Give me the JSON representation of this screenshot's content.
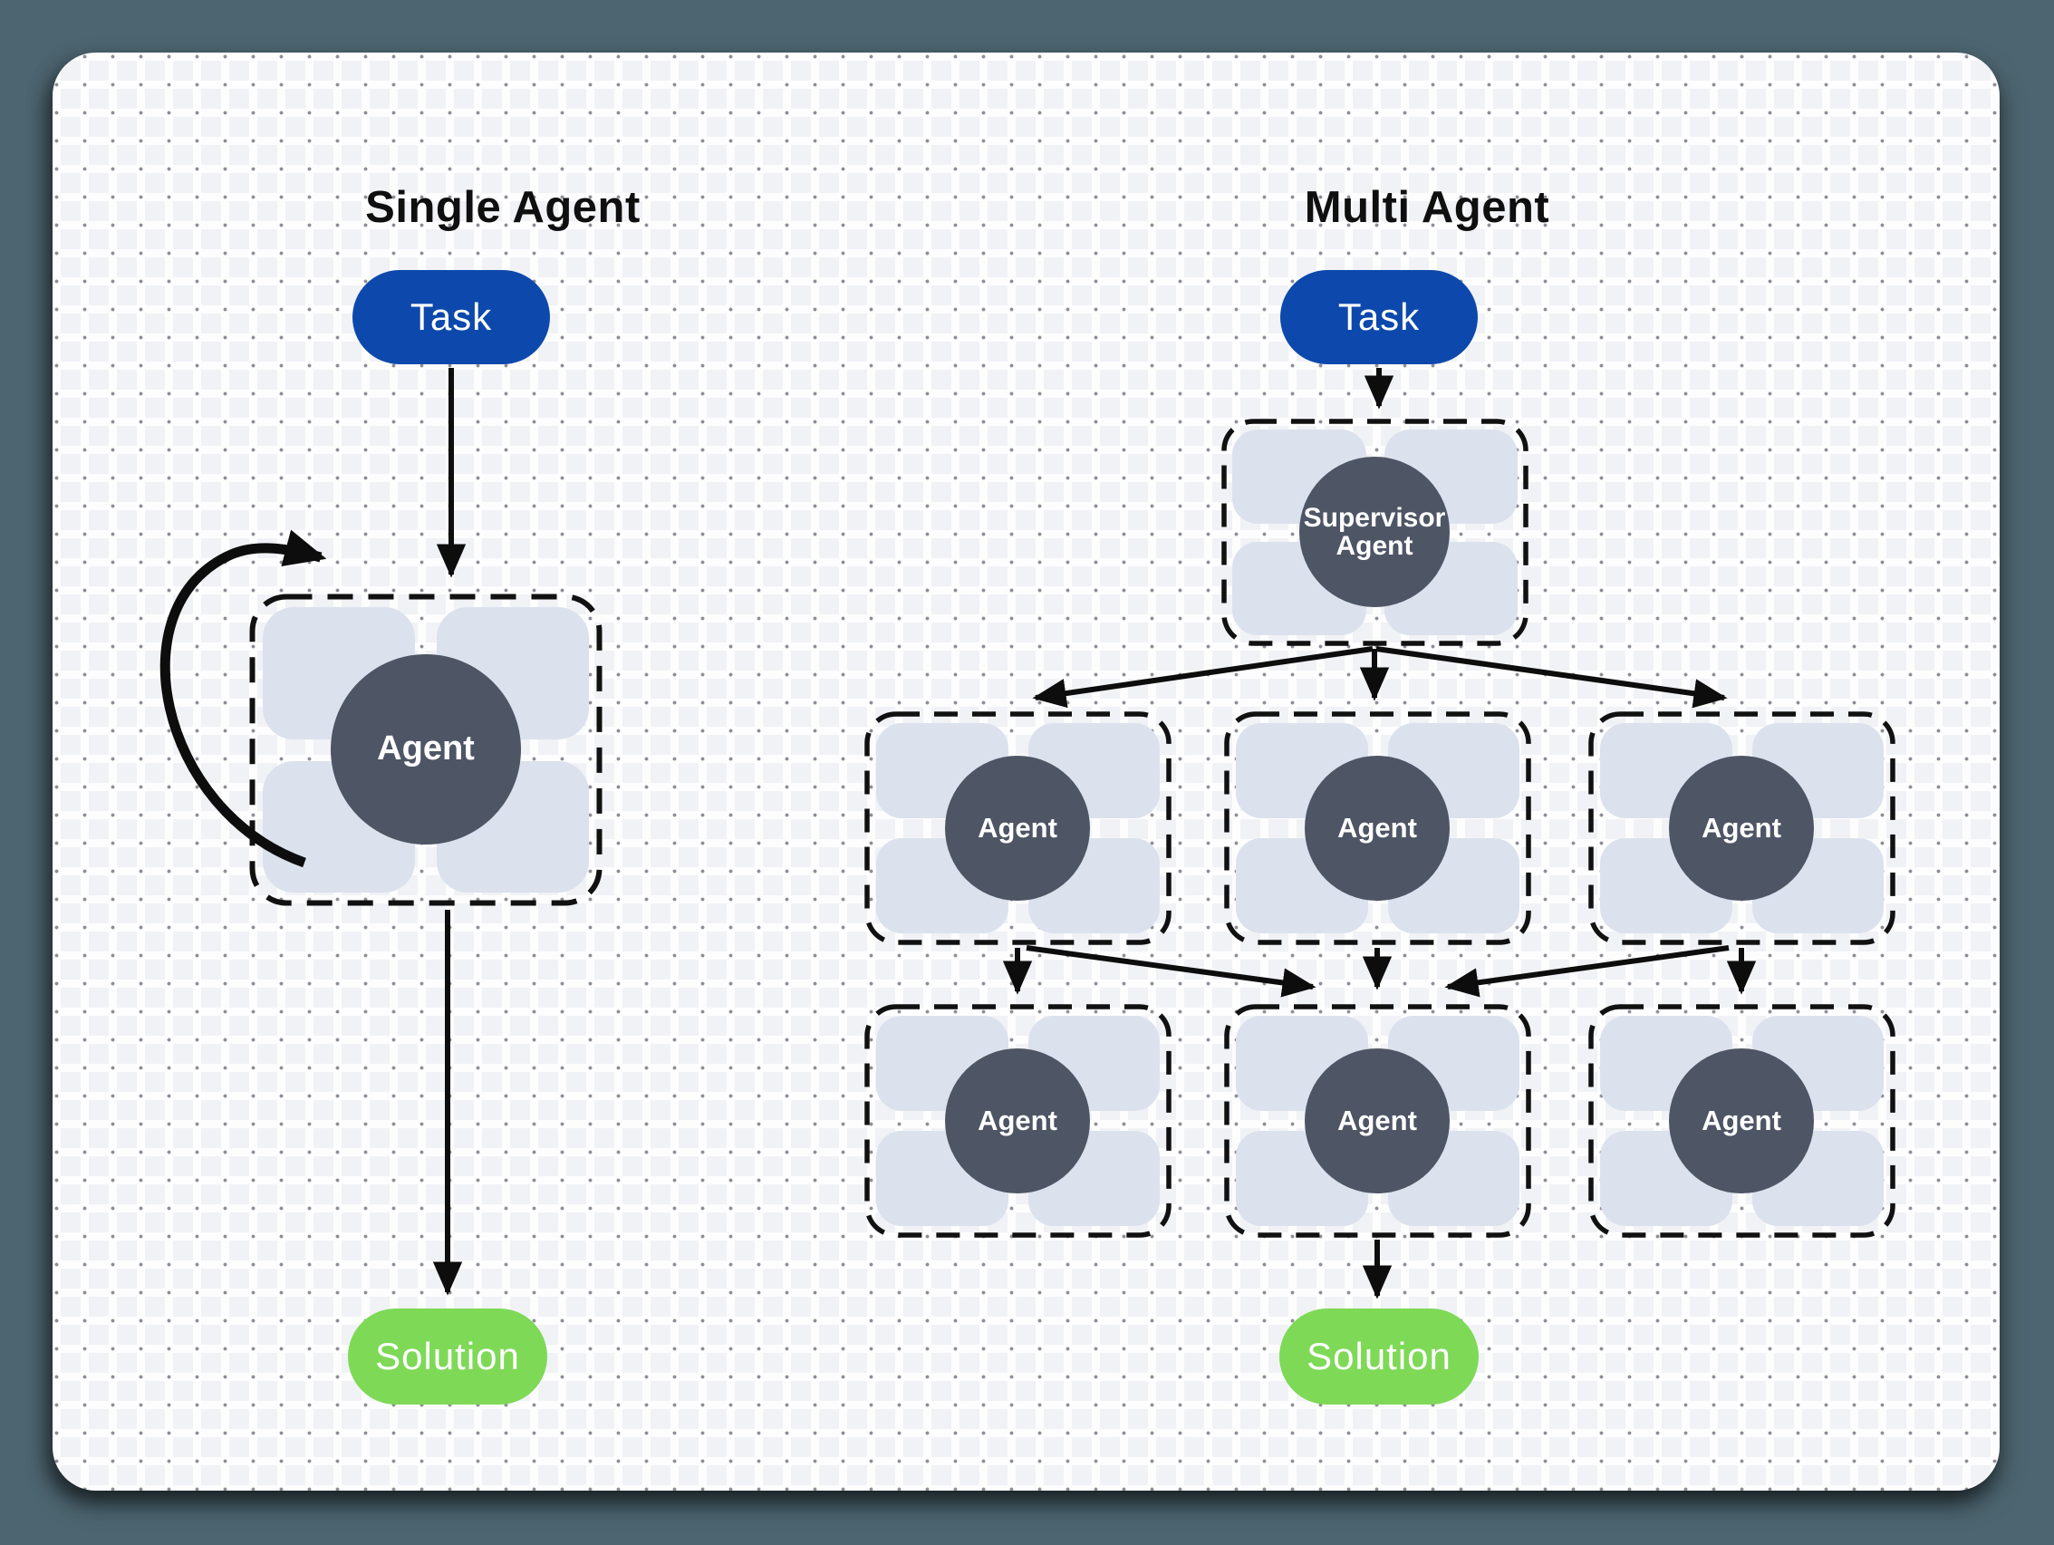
{
  "diagram": {
    "single": {
      "title": "Single Agent",
      "task_label": "Task",
      "agent_label": "Agent",
      "solution_label": "Solution"
    },
    "multi": {
      "title": "Multi Agent",
      "task_label": "Task",
      "supervisor_line1": "Supervisor",
      "supervisor_line2": "Agent",
      "agents_row1": [
        "Agent",
        "Agent",
        "Agent"
      ],
      "agents_row2": [
        "Agent",
        "Agent",
        "Agent"
      ],
      "solution_label": "Solution"
    },
    "colors": {
      "outer_background": "#4d6570",
      "panel_background": "#fdfdfe",
      "task_blue": "#0d49ac",
      "solution_green": "#7ed957",
      "agent_circle_slate": "#4e5565",
      "tile_gray_blue": "#dbe2ed",
      "connector_black": "#0d0d0d"
    }
  }
}
